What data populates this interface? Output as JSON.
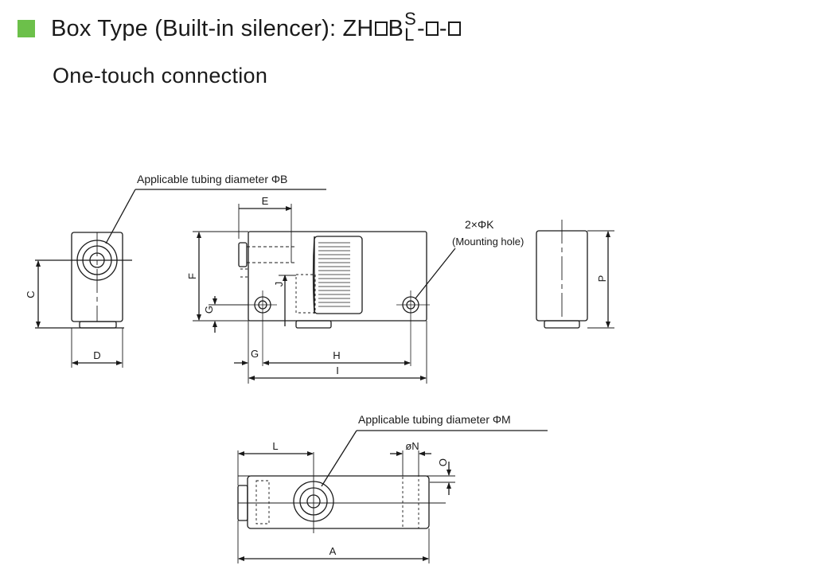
{
  "header": {
    "title_prefix": "Box Type (Built-in silencer): ZH",
    "title_b": "B",
    "title_s": "S",
    "title_l": "L",
    "title_dash": "-"
  },
  "subtitle": "One-touch connection",
  "callouts": {
    "tubing_b": "Applicable tubing diameter ΦB",
    "mounting_count": "2×ΦK",
    "mounting_hole": "(Mounting hole)",
    "tubing_m": "Applicable tubing diameter ΦM"
  },
  "dimensions": {
    "C": "C",
    "D": "D",
    "E": "E",
    "F": "F",
    "G": "G",
    "G2": "G",
    "H": "H",
    "I": "I",
    "J": "J",
    "P": "P",
    "L": "L",
    "N": "øN",
    "O": "O",
    "A": "A"
  },
  "colors": {
    "accent": "#6cc04a",
    "line": "#1a1a1a"
  }
}
